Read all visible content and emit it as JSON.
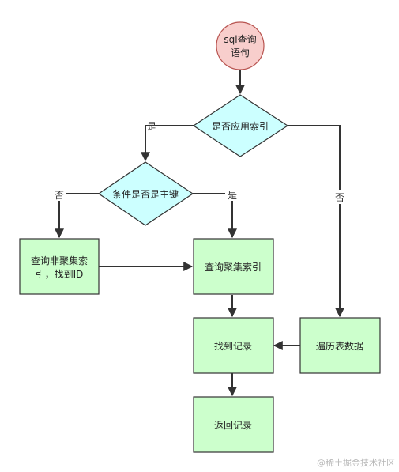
{
  "flowchart": {
    "nodes": {
      "start": {
        "line1": "sql查询",
        "line2": "语句"
      },
      "use_index": {
        "text": "是否应用索引"
      },
      "is_primary": {
        "text": "条件是否是主键"
      },
      "secondary_index": {
        "line1": "查询非聚集索",
        "line2": "引，找到ID"
      },
      "clustered_index": {
        "text": "查询聚集索引"
      },
      "full_scan": {
        "text": "遍历表数据"
      },
      "find_record": {
        "text": "找到记录"
      },
      "return_record": {
        "text": "返回记录"
      }
    },
    "edge_labels": {
      "use_index_yes": "是",
      "use_index_no": "否",
      "primary_no": "否",
      "primary_yes": "是"
    }
  },
  "watermark": "@稀土掘金技术社区",
  "colors": {
    "start_fill": "#f8cecc",
    "start_stroke": "#b85450",
    "decision_fill": "#ccffff",
    "process_fill": "#ccffcc",
    "stroke": "#333333"
  }
}
